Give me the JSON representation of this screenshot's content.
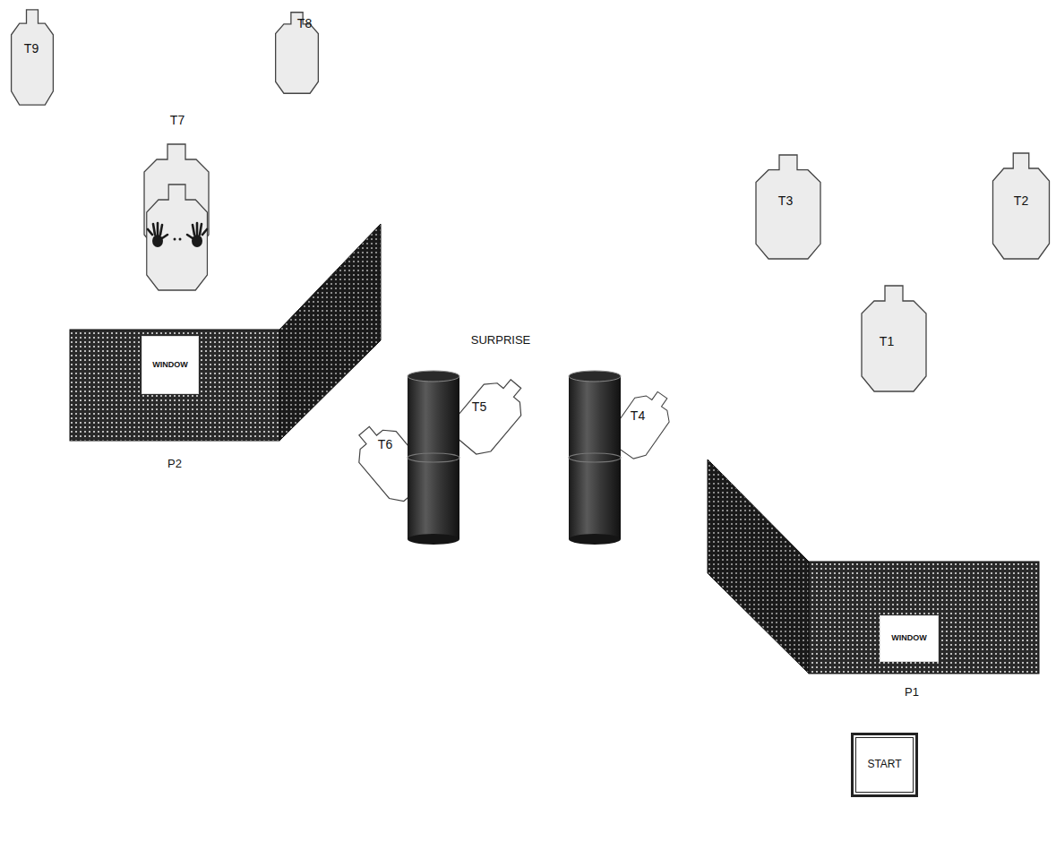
{
  "diagram": {
    "nodes": [
      {
        "text": [
          "T9"
        ]
      },
      {
        "text": [
          "T8"
        ]
      },
      {
        "text": [
          "T7"
        ]
      },
      {
        "text": [
          "T3"
        ]
      },
      {
        "text": [
          "T2"
        ]
      },
      {
        "text": [
          "T1"
        ]
      },
      {
        "text": [
          "P2"
        ]
      },
      {
        "text": [
          "WINDOW"
        ],
        "in": 6
      },
      {
        "text": [
          "T5"
        ]
      },
      {
        "text": [
          "T6"
        ]
      },
      {
        "text": [
          "T4"
        ]
      },
      {
        "text": [
          "P1"
        ]
      },
      {
        "text": [
          "WINDOW"
        ],
        "in": 11
      },
      {
        "text": [
          "START"
        ]
      }
    ],
    "labels": [
      "SURPRISE"
    ]
  }
}
